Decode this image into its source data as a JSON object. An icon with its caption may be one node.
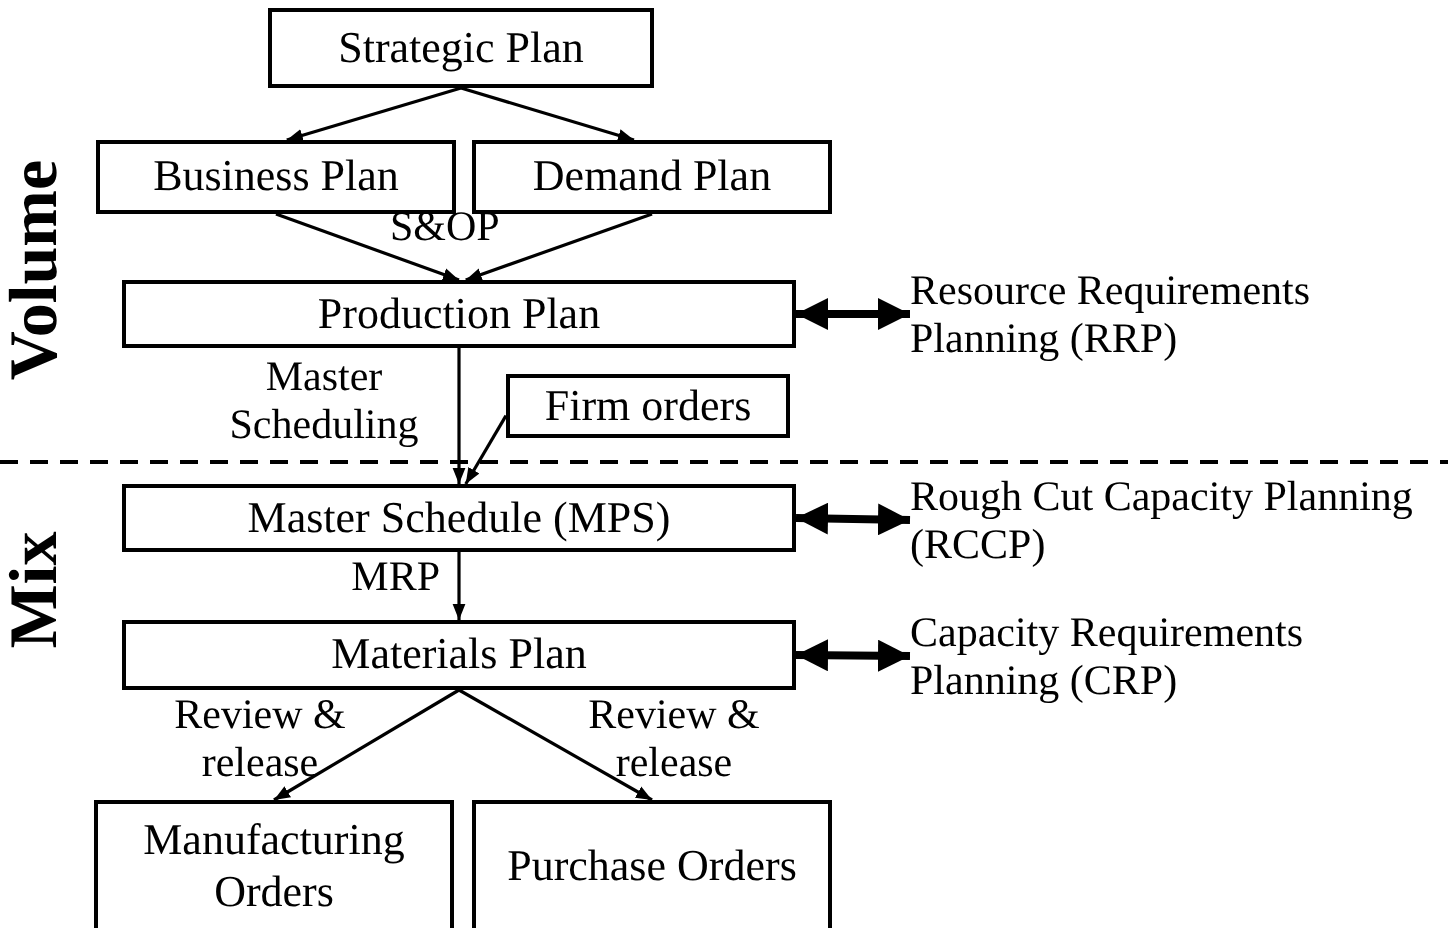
{
  "diagram": {
    "nodes": [
      {
        "text": [
          "Strategic Plan"
        ]
      },
      {
        "text": [
          "Business Plan"
        ]
      },
      {
        "text": [
          "Demand Plan"
        ]
      },
      {
        "text": [
          "Production Plan"
        ]
      },
      {
        "text": [
          "Firm orders"
        ]
      },
      {
        "text": [
          "Master Schedule (MPS)"
        ]
      },
      {
        "text": [
          "Materials Plan"
        ]
      },
      {
        "text": [
          "Manufacturing Orders"
        ]
      },
      {
        "text": [
          "Purchase Orders"
        ]
      },
      {
        "text": [
          "Resource Requirements Planning (RRP)"
        ]
      },
      {
        "text": [
          "Rough Cut Capacity Planning (RCCP)"
        ]
      },
      {
        "text": [
          "Capacity Requirements Planning (CRP)"
        ]
      }
    ],
    "edges": [
      {
        "from": 0,
        "to": 1,
        "arrow": "to"
      },
      {
        "from": 0,
        "to": 2,
        "arrow": "to"
      },
      {
        "from": 1,
        "to": 3,
        "arrow": "to"
      },
      {
        "from": 2,
        "to": 3,
        "arrow": "to"
      },
      {
        "from": 3,
        "to": 5,
        "arrow": "to",
        "label": "Master Scheduling"
      },
      {
        "from": 4,
        "to": 5,
        "arrow": "to"
      },
      {
        "from": 5,
        "to": 6,
        "arrow": "to",
        "label": "MRP"
      },
      {
        "from": 6,
        "to": 7,
        "arrow": "to",
        "label": "Review & release"
      },
      {
        "from": 6,
        "to": 8,
        "arrow": "to",
        "label": "Review & release"
      },
      {
        "from": 3,
        "to": 9,
        "arrow": "both",
        "style": "thick"
      },
      {
        "from": 5,
        "to": 10,
        "arrow": "both",
        "style": "thick"
      },
      {
        "from": 6,
        "to": 11,
        "arrow": "both",
        "style": "thick"
      }
    ],
    "labels": [
      "Volume",
      "Mix",
      "S&OP"
    ]
  }
}
